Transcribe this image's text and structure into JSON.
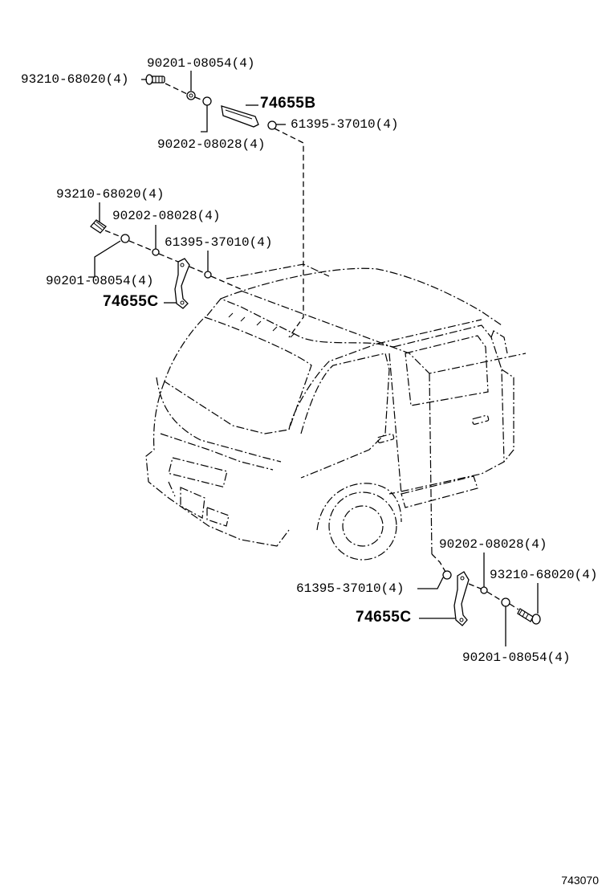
{
  "labels": {
    "top": {
      "nut_top": "90201-08054(4)",
      "screw": "93210-68020(4)",
      "handle": "74655B",
      "clip": "61395-37010(4)",
      "washer": "90202-08028(4)"
    },
    "left": {
      "screw": "93210-68020(4)",
      "washer": "90202-08028(4)",
      "clip": "61395-37010(4)",
      "nut": "90201-08054(4)",
      "handle": "74655C"
    },
    "right": {
      "washer": "90202-08028(4)",
      "clip": "61395-37010(4)",
      "screw": "93210-68020(4)",
      "handle": "74655C",
      "nut": "90201-08054(4)"
    }
  },
  "diagram_code": "743070"
}
